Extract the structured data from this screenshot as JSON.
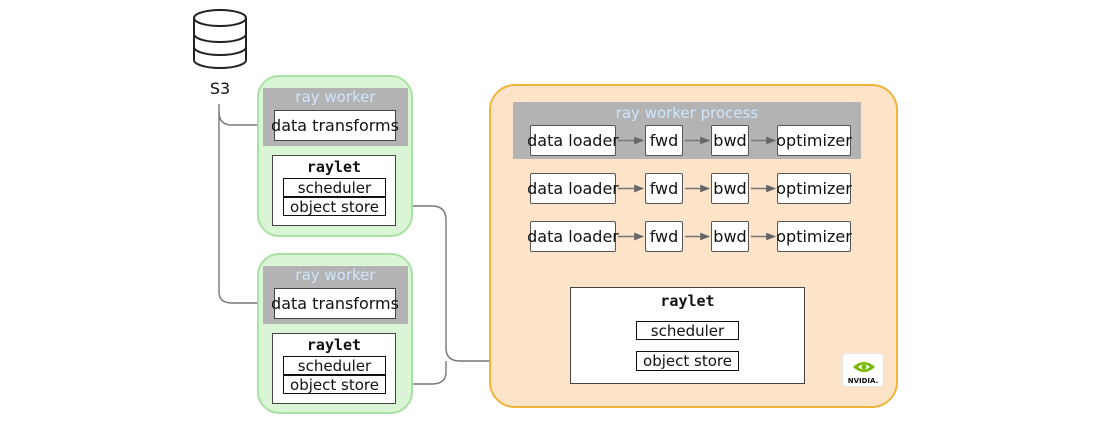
{
  "storage": {
    "label": "S3"
  },
  "workers": [
    {
      "title": "ray worker",
      "transforms": "data transforms",
      "raylet": "raylet",
      "scheduler": "scheduler",
      "object_store": "object store"
    },
    {
      "title": "ray worker",
      "transforms": "data transforms",
      "raylet": "raylet",
      "scheduler": "scheduler",
      "object_store": "object store"
    }
  ],
  "gpu_node": {
    "process_title": "ray worker process",
    "pipelines": [
      {
        "stages": [
          "data loader",
          "fwd",
          "bwd",
          "optimizer"
        ]
      },
      {
        "stages": [
          "data loader",
          "fwd",
          "bwd",
          "optimizer"
        ]
      },
      {
        "stages": [
          "data loader",
          "fwd",
          "bwd",
          "optimizer"
        ]
      }
    ],
    "raylet": {
      "title": "raylet",
      "scheduler": "scheduler",
      "object_store": "object store"
    },
    "logo_text": "NVIDIA."
  },
  "colors": {
    "worker_fill": "#d9f5d6",
    "worker_border": "#a9e0a3",
    "gpu_fill": "#fde3c8",
    "gpu_border": "#f0b43a",
    "band": "#b3b3b3",
    "band_text": "#cfe6ff",
    "nvidia_green": "#76b900"
  }
}
